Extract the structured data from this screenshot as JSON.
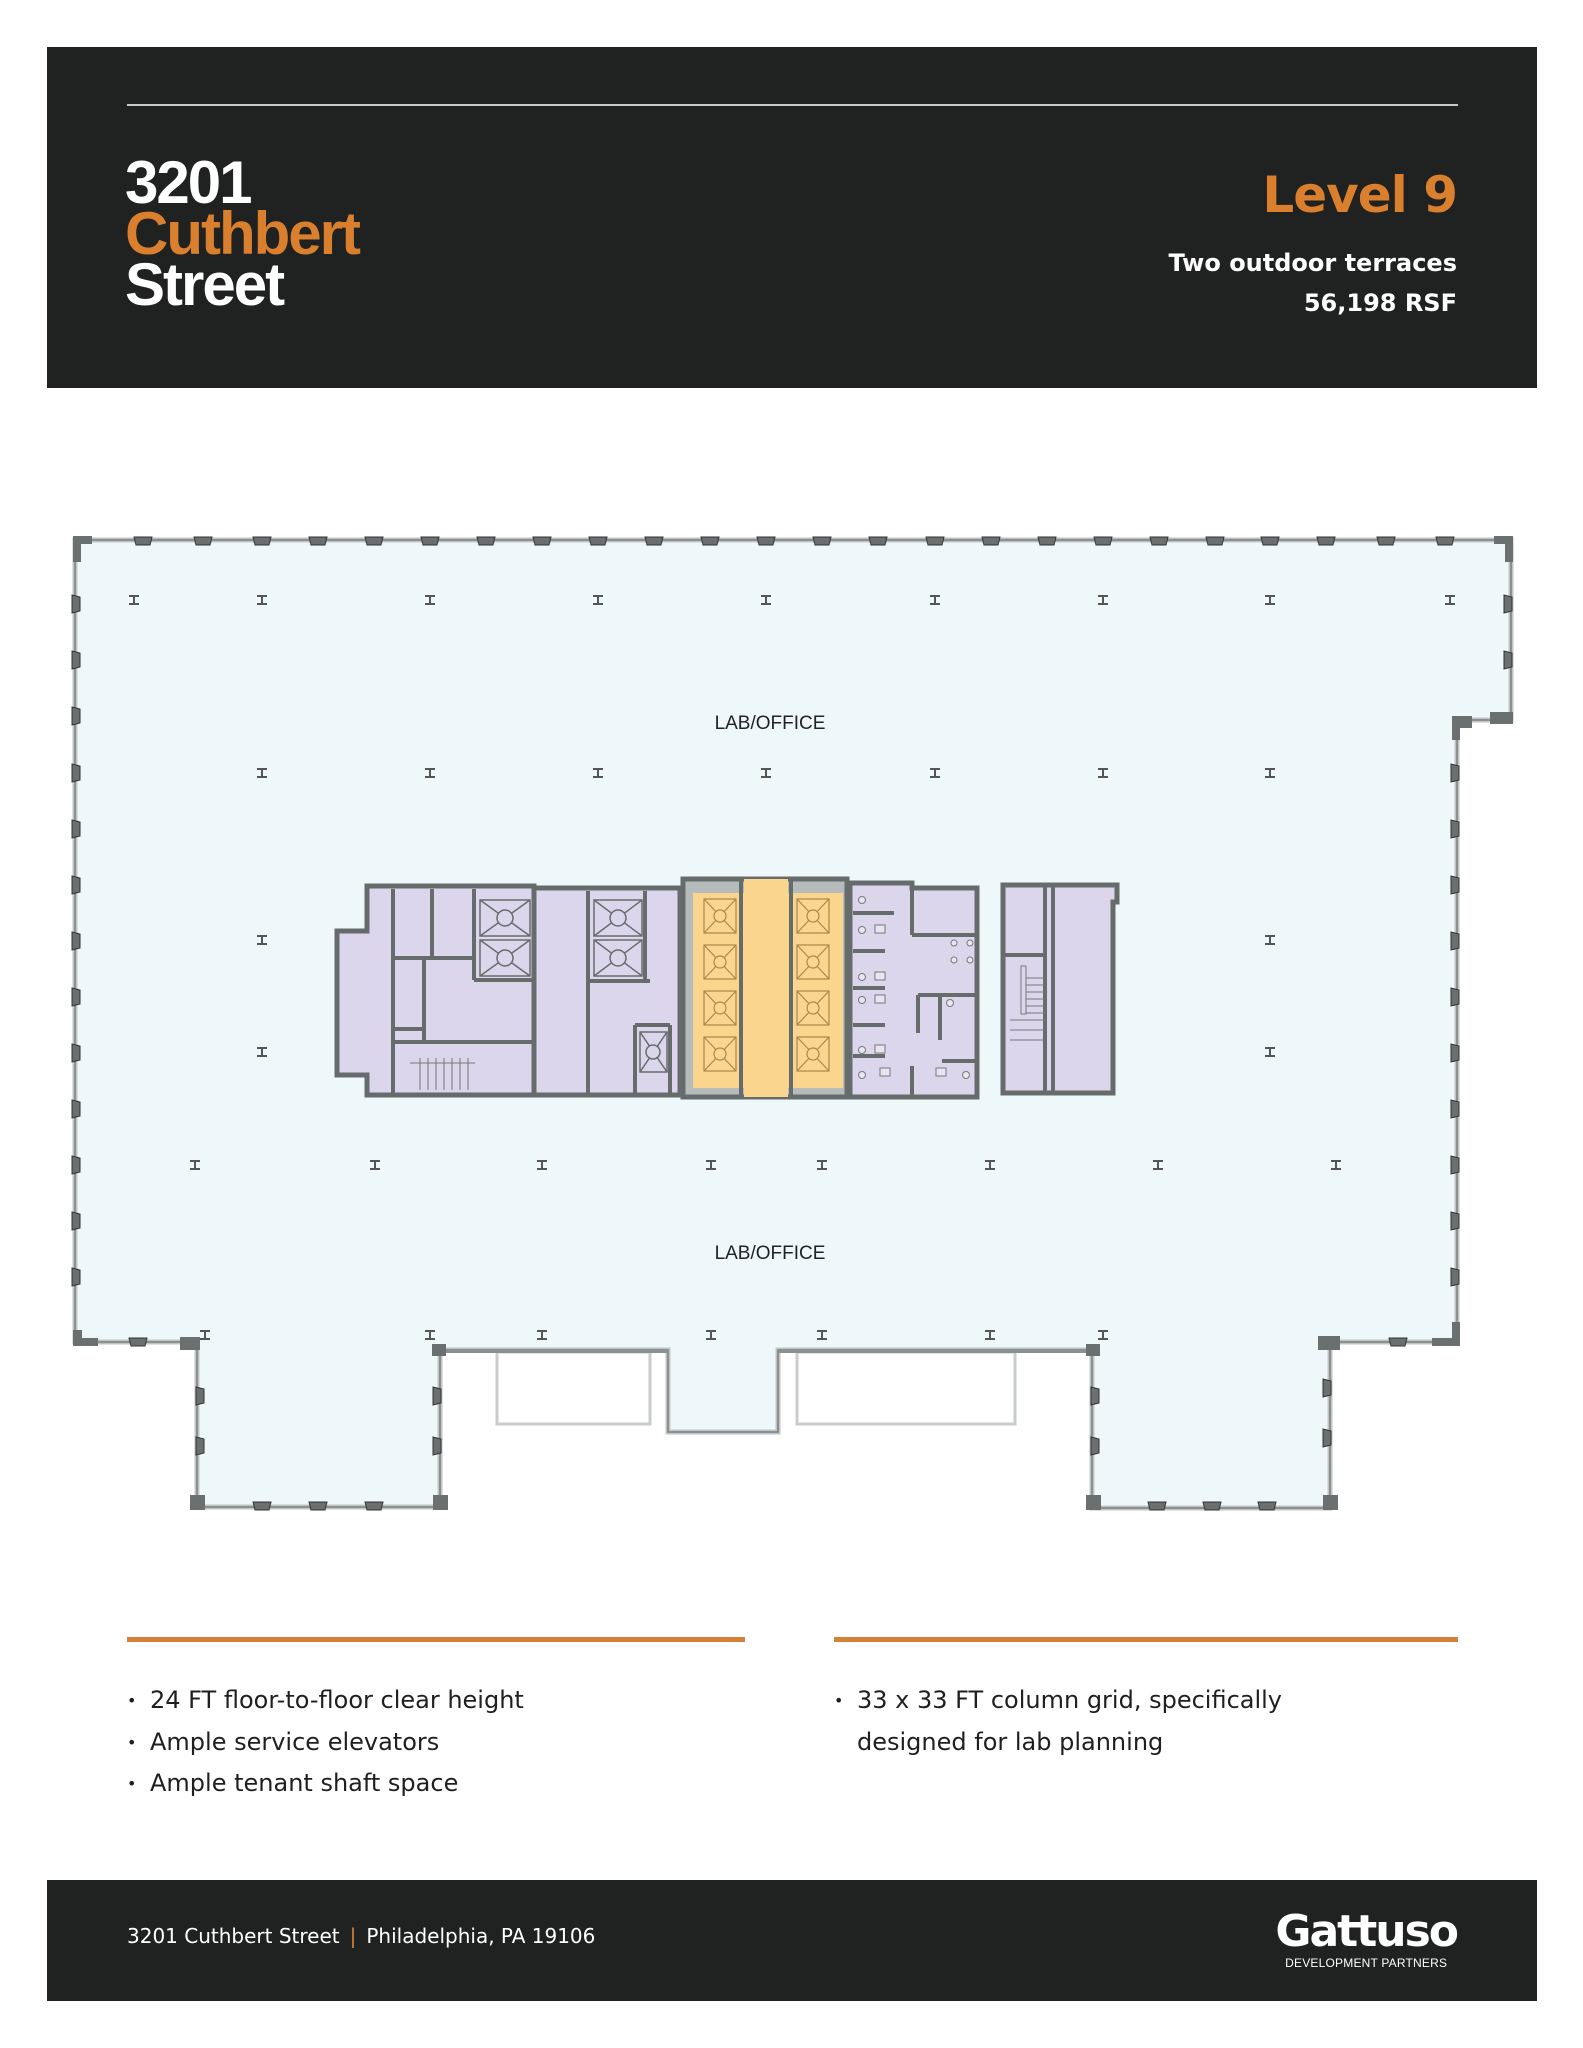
{
  "header": {
    "building_name_line1": "3201",
    "building_name_line2": "Cuthbert",
    "building_name_line3": "Street",
    "level_title": "Level 9",
    "level_subtitle": "Two outdoor terraces",
    "level_area": "56,198 RSF",
    "accent_color": "#d97f2e",
    "background_color": "#202121"
  },
  "floor_plan": {
    "space_labels": [
      "LAB/OFFICE",
      "LAB/OFFICE"
    ],
    "floor_fill_color": "#eef8fb",
    "core_fill_color": "#dcd6ec",
    "elevator_lobby_fill_color": "#f9d58e",
    "wall_color": "#666b6b"
  },
  "features": {
    "left": [
      "24 FT floor-to-floor clear height",
      "Ample service elevators",
      "Ample tenant shaft space"
    ],
    "right": [
      "33 x 33 FT column grid, specifically designed for lab planning"
    ]
  },
  "footer": {
    "address_street": "3201 Cuthbert Street",
    "address_separator": "|",
    "address_city": "Philadelphia, PA 19106",
    "logo_name": "Gattuso",
    "logo_tagline": "DEVELOPMENT PARTNERS"
  }
}
